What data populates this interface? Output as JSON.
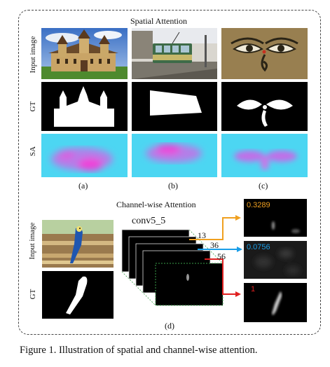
{
  "top": {
    "title": "Spatial Attention",
    "row_labels": [
      "Input image",
      "GT",
      "SA"
    ],
    "sublabels": [
      "(a)",
      "(b)",
      "(c)"
    ]
  },
  "bottom": {
    "title": "Channel-wise Attention",
    "row_labels": [
      "Input image",
      "GT"
    ],
    "layer_label": "conv5_5",
    "channels": [
      {
        "index": "13",
        "weight": "0.3289",
        "color": "#f0a020"
      },
      {
        "index": "36",
        "weight": "0.0756",
        "color": "#1a9ee8"
      },
      {
        "index": "56",
        "weight": "1",
        "color": "#e02020"
      }
    ],
    "sublabel": "(d)"
  },
  "caption": "Figure 1. Illustration of spatial and channel-wise attention."
}
